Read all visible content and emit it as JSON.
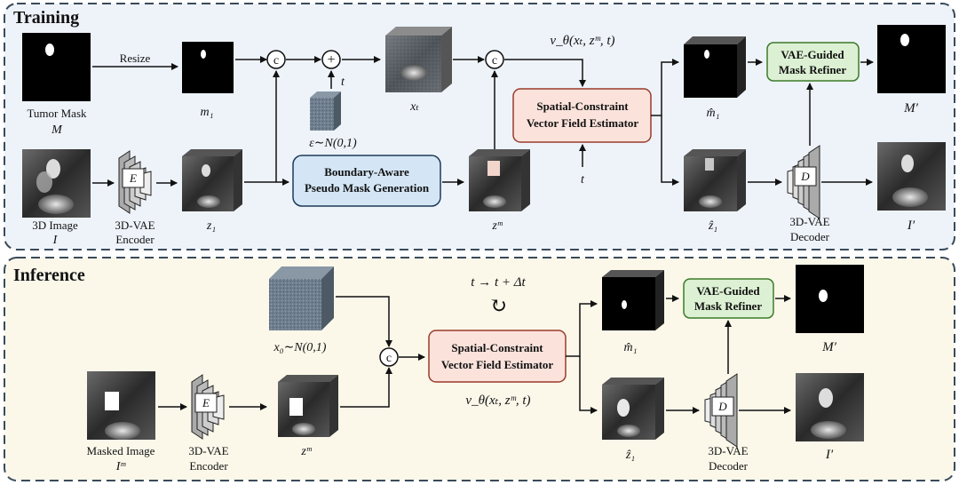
{
  "sections": {
    "training": "Training",
    "inference": "Inference"
  },
  "training": {
    "resize": "Resize",
    "tumor_mask": "Tumor Mask",
    "tumor_mask_symbol": "M",
    "m1": "m₁",
    "image_3d": "3D Image",
    "image_symbol": "I",
    "encoder": "3D-VAE",
    "encoder_2": "Encoder",
    "encoder_letter": "E",
    "z1": "z₁",
    "concat": "c",
    "plus": "+",
    "t": "t",
    "noise": "ε∼N(0,1)",
    "xt": "xₜ",
    "boundary_box_1": "Boundary-Aware",
    "boundary_box_2": "Pseudo Mask Generation",
    "zm": "zᵐ",
    "v_theta": "v_θ(xₜ, zᵐ, t)",
    "estimator_1": "Spatial-Constraint",
    "estimator_2": "Vector Field Estimator",
    "t_bottom": "t",
    "m1_hat": "m̂₁",
    "z1_hat": "ẑ₁",
    "refiner_1": "VAE-Guided",
    "refiner_2": "Mask Refiner",
    "decoder": "3D-VAE",
    "decoder_2": "Decoder",
    "decoder_letter": "D",
    "m_prime": "M′",
    "i_prime": "I′"
  },
  "inference": {
    "x0": "x₀∼N(0,1)",
    "step": "t → t + Δt",
    "loop": "↻",
    "masked_image": "Masked Image",
    "masked_symbol": "Iᵐ",
    "encoder": "3D-VAE",
    "encoder_2": "Encoder",
    "encoder_letter": "E",
    "zm": "zᵐ",
    "concat": "c",
    "estimator_1": "Spatial-Constraint",
    "estimator_2": "Vector Field Estimator",
    "v_theta": "v_θ(xₜ, zᵐ, t)",
    "m1_hat": "m̂₁",
    "z1_hat": "ẑ₁",
    "refiner_1": "VAE-Guided",
    "refiner_2": "Mask Refiner",
    "decoder": "3D-VAE",
    "decoder_2": "Decoder",
    "decoder_letter": "D",
    "m_prime": "M′",
    "i_prime": "I′"
  },
  "colors": {
    "training_bg": "#eef3fa",
    "inference_bg": "#fbf8ea",
    "boundary_box": "#d4e6f5",
    "estimator_box": "#fbe3dc",
    "refiner_box": "#dcf0d3",
    "panel_border": "#3a4a5a"
  }
}
